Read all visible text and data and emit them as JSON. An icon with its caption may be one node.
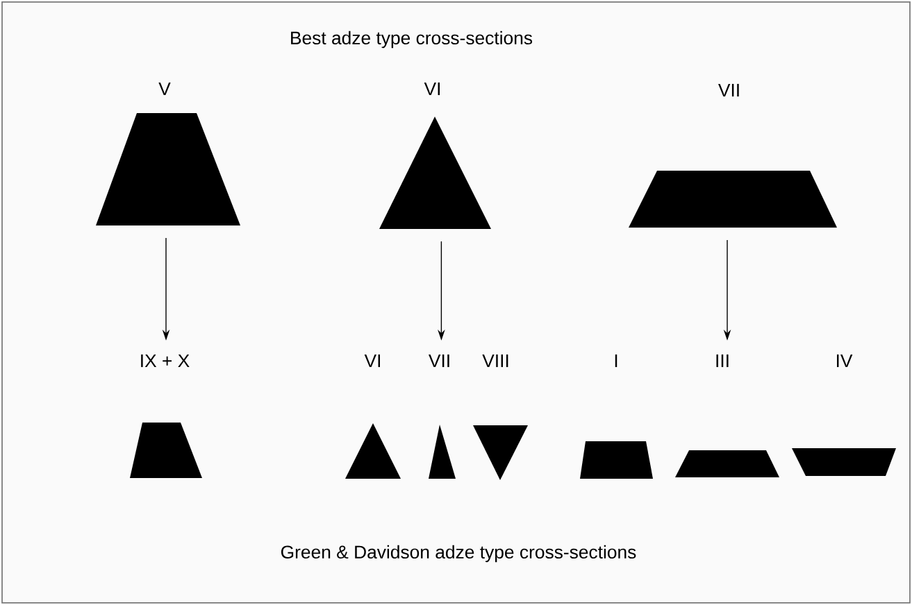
{
  "diagram": {
    "title": "Best adze type cross-sections",
    "caption": "Green & Davidson adze type cross-sections",
    "nodes": [
      {
        "text": [
          "V"
        ]
      },
      {
        "text": [
          "VI"
        ]
      },
      {
        "text": [
          "VII"
        ]
      },
      {
        "text": [
          "IX + X"
        ]
      },
      {
        "text": [
          "VI"
        ]
      },
      {
        "text": [
          "VII"
        ]
      },
      {
        "text": [
          "VIII"
        ]
      },
      {
        "text": [
          "I"
        ]
      },
      {
        "text": [
          "III"
        ]
      },
      {
        "text": [
          "IV"
        ]
      }
    ],
    "edges": [
      {
        "from": 0,
        "to": 3,
        "arrow": "to"
      },
      {
        "from": 1,
        "to": 5,
        "arrow": "to"
      },
      {
        "from": 2,
        "to": 8,
        "arrow": "to"
      }
    ]
  }
}
